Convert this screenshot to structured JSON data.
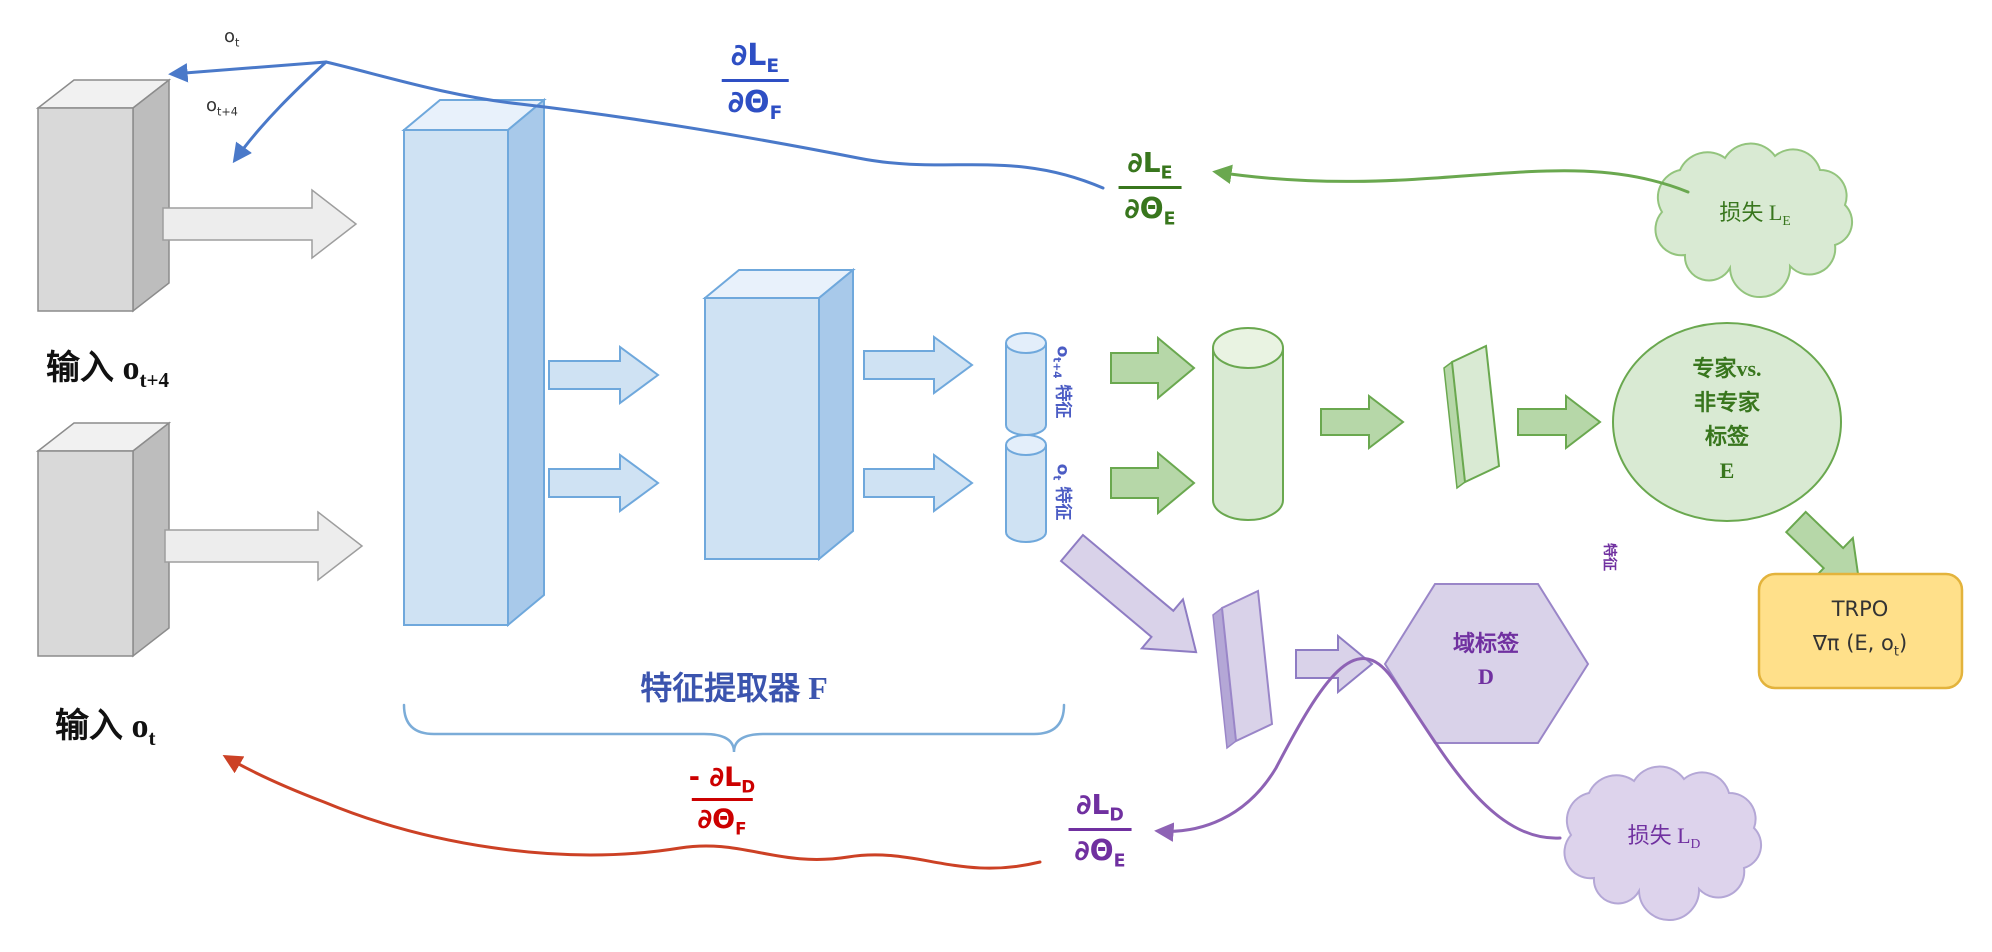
{
  "colors": {
    "blue_text": "#2e4fc4",
    "green_text": "#38761d",
    "purple_text": "#7030a0",
    "red_text": "#cc0000",
    "feature_label_blue": "#3b54ae",
    "cyl_label_blue": "#4b5cc4"
  },
  "inputs": {
    "top": {
      "text": "输入 o",
      "sub": "t+4"
    },
    "bottom": {
      "text": "输入 o",
      "sub": "t"
    }
  },
  "obs_arrows": {
    "ot": {
      "text": "o",
      "sub": "t"
    },
    "ot4": {
      "text": "o",
      "sub": "t+4"
    }
  },
  "feature_extractor_label": "特征提取器 F",
  "feature_tags": {
    "top": {
      "text": "o",
      "sub": "t+4",
      "suffix": " 特征"
    },
    "bottom": {
      "text": "o",
      "sub": "t",
      "suffix": " 特征"
    },
    "mini": "特征"
  },
  "expert_ellipse": {
    "lines": [
      "专家vs.",
      "非专家",
      "标签",
      "E"
    ]
  },
  "domain_hexagon": {
    "line1": "域标签",
    "line2": "D"
  },
  "trpo_box": {
    "line1": "TRPO",
    "line2_pre": "∇π (E, o",
    "line2_sub": "t",
    "line2_post": ")"
  },
  "clouds": {
    "expert_loss": {
      "text": "损失 L",
      "sub": "E"
    },
    "domain_loss": {
      "text": "损失 L",
      "sub": "D"
    }
  },
  "gradients": {
    "dLE_dThetaF": {
      "num": "∂L",
      "num_sub": "E",
      "den": "∂Θ",
      "den_sub": "F"
    },
    "dLE_dThetaE": {
      "num": "∂L",
      "num_sub": "E",
      "den": "∂Θ",
      "den_sub": "E"
    },
    "dLD_dThetaE": {
      "num": "∂L",
      "num_sub": "D",
      "den": "∂Θ",
      "den_sub": "E"
    },
    "neg_dLD_dThetaF": {
      "num": "- ∂L",
      "num_sub": "D",
      "den": "∂Θ",
      "den_sub": "F"
    }
  }
}
